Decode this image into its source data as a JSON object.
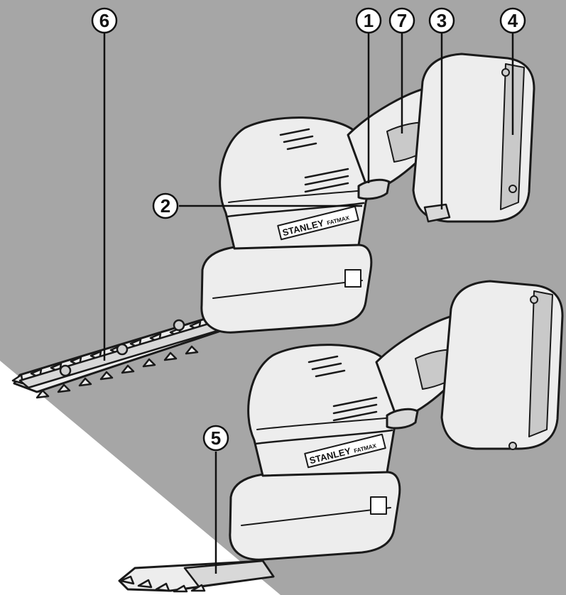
{
  "colors": {
    "background": "#a6a6a6",
    "paper": "#ffffff",
    "tool_fill": "#ededed",
    "tool_shade": "#c9c9c9",
    "line": "#1a1a1a",
    "callout_fill": "#ffffff"
  },
  "brand": {
    "name": "STANLEY",
    "line": "FATMAX"
  },
  "callouts": [
    {
      "id": "1",
      "label": "1"
    },
    {
      "id": "2",
      "label": "2"
    },
    {
      "id": "3",
      "label": "3"
    },
    {
      "id": "4",
      "label": "4"
    },
    {
      "id": "5",
      "label": "5"
    },
    {
      "id": "6",
      "label": "6"
    },
    {
      "id": "7",
      "label": "7"
    }
  ]
}
